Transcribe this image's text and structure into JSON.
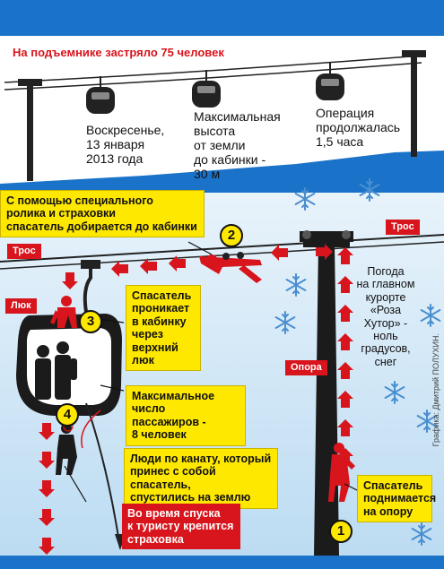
{
  "headline": "На подъемнике застряло 75 человек",
  "top_facts": {
    "date": "Воскресенье,\n13 января\n2013 года",
    "height": "Максимальная\nвысота\nот земли\nдо кабинки -\n30 м",
    "duration": "Операция\nпродолжалась\n1,5 часа"
  },
  "labels": {
    "cable_left": "Трос",
    "cable_right": "Трос",
    "hatch": "Люк",
    "tower": "Опора"
  },
  "steps": [
    {
      "number": "1",
      "text": "Спасатель\nподнимается\nна опору"
    },
    {
      "number": "2",
      "text": "С помощью специального\nролика и страховки\nспасатель добирается до кабинки"
    },
    {
      "number": "3",
      "text": "Спасатель\nпроникает\nв кабинку\nчерез\nверхний\nлюк"
    },
    {
      "number": "4",
      "text": "Люди по канату, который\nпринес с собой спасатель,\nспустились на землю"
    }
  ],
  "max_passengers": "Максимальное\nчисло\nпассажиров -\n8 человек",
  "insurance_note": "Во время спуска\nк туристу крепится\nстраховка",
  "weather": "Погода\nна главном\nкурорте\n«Роза\nХутор» -\nноль\nградусов,\nснег",
  "credit": "Графика: Дмитрий ПОЛУХИН.",
  "colors": {
    "accent_red": "#d8141c",
    "callout_yellow": "#ffe800",
    "sky_blue": "#cfe6f7",
    "frame_blue": "#1a73c8"
  }
}
